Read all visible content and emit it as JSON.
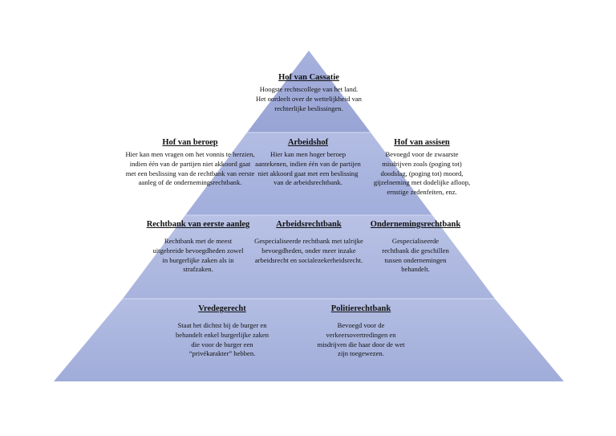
{
  "tiers": [
    {
      "name": "top",
      "boxes": [
        {
          "id": "hof-van-cassatie",
          "title": "Hof van Cassatie",
          "desc": "Hoogste rechtscollege van het land. Het oordeelt over de wettelijkheid van rechterlijke beslissingen."
        }
      ]
    },
    {
      "name": "second",
      "boxes": [
        {
          "id": "hof-van-beroep",
          "title": "Hof van beroep",
          "desc": "Hier kan men vragen om het vonnis te herzien, indien één van de partijen niet akkoord gaat met een beslissing van de rechtbank van eerste aanleg of de ondernemingsrechtbank."
        },
        {
          "id": "arbeidshof",
          "title": "Arbeidshof",
          "desc": "Hier kan men hoger beroep aantekenen, indien één van de partijen niet akkoord gaat met een beslissing van de arbeidsrechtbank."
        },
        {
          "id": "hof-van-assisen",
          "title": "Hof van assisen",
          "desc": "Bevoegd voor de zwaarste misdrijven zoals (poging tot) doodslag, (poging tot) moord, gijzelneming met dodelijke afloop, ernstige zedenfeiten, enz."
        }
      ]
    },
    {
      "name": "third",
      "boxes": [
        {
          "id": "rechtbank-van-eerste-aanleg",
          "title": "Rechtbank van eerste aanleg",
          "desc": "Rechtbank met de meest uitgebreide bevoegdheden zowel in burgerlijke zaken als in strafzaken."
        },
        {
          "id": "arbeidsrechtbank",
          "title": "Arbeidsrechtbank",
          "desc": "Gespecialiseerde rechtbank met talrijke bevoegdheden, onder meer inzake arbeidsrecht en socialezekerheidsrecht."
        },
        {
          "id": "ondernemingsrechtbank",
          "title": "Ondernemingsrechtbank",
          "desc": "Gespecialiseerde rechtbank die geschillen tussen ondernemingen behandelt."
        }
      ]
    },
    {
      "name": "bottom",
      "boxes": [
        {
          "id": "vredegerecht",
          "title": "Vredegerecht",
          "desc": "Staat het dichtst bij de burger en behandelt enkel burgerlijke zaken die voor de burger een “privékarakter” hebben."
        },
        {
          "id": "politierechtbank",
          "title": "Politierechtbank",
          "desc": "Bevoegd voor de verkeersovertredingen en misdrijven die haar door de wet zijn toegewezen."
        }
      ]
    }
  ],
  "colors": {
    "tier_top": "#9aa6d6",
    "tier_mid": "#a4b0db",
    "tier_low": "#aeb9df",
    "tier_bottom": "#a9b4dd",
    "separator": "#c9d0ec"
  }
}
